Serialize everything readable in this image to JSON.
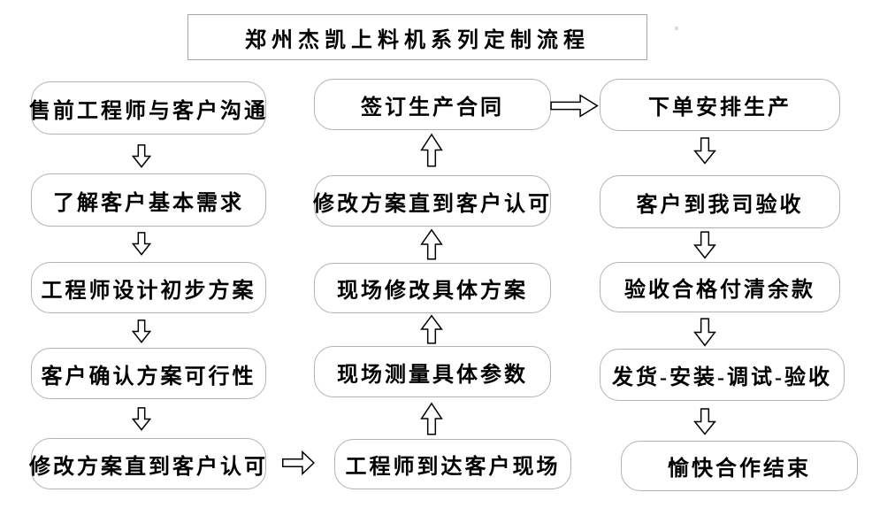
{
  "title": "郑州杰凯上料机系列定制流程",
  "flow": {
    "left_column": {
      "direction": "down",
      "nodes": [
        "售前工程师与客户沟通",
        "了解客户基本需求",
        "工程师设计初步方案",
        "客户确认方案可行性",
        "修改方案直到客户认可"
      ]
    },
    "middle_column": {
      "direction": "up",
      "nodes": [
        "签订生产合同",
        "修改方案直到客户认可",
        "现场修改具体方案",
        "现场测量具体参数",
        "工程师到达客户现场"
      ]
    },
    "right_column": {
      "direction": "down",
      "nodes": [
        "下单安排生产",
        "客户到我司验收",
        "验收合格付清余款",
        "发货-安装-调试-验收",
        "愉快合作结束"
      ]
    },
    "cross_links": [
      {
        "from": "修改方案直到客户认可",
        "to": "工程师到达客户现场",
        "direction": "right"
      },
      {
        "from": "签订生产合同",
        "to": "下单安排生产",
        "direction": "right"
      }
    ]
  },
  "colors": {
    "background": "#ffffff",
    "box_border": "#b3b3b3",
    "title_border": "#a6a6a6",
    "text": "#000000",
    "arrow_stroke": "#000000",
    "arrow_fill": "#ffffff"
  }
}
